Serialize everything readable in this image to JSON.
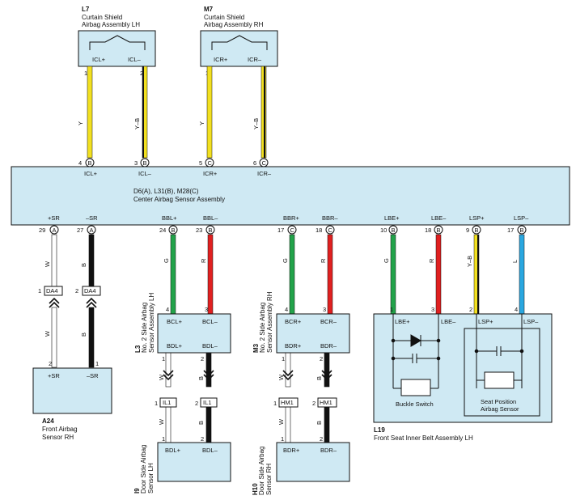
{
  "components": {
    "l7": {
      "code": "L7",
      "name_line1": "Curtain Shield",
      "name_line2": "Airbag Assembly LH",
      "pin1_label": "ICL+",
      "pin2_label": "ICL–",
      "pin1_num": "1",
      "pin2_num": "2"
    },
    "m7": {
      "code": "M7",
      "name_line1": "Curtain Shield",
      "name_line2": "Airbag Assembly RH",
      "pin1_label": "ICR+",
      "pin2_label": "ICR–",
      "pin1_num": "1",
      "pin2_num": "2"
    },
    "center": {
      "code": "D6(A), L31(B), M28(C)",
      "name": "Center Airbag Sensor Assembly",
      "top_pins": [
        {
          "num": "4",
          "conn": "B",
          "label": "ICL+"
        },
        {
          "num": "3",
          "conn": "B",
          "label": "ICL–"
        },
        {
          "num": "5",
          "conn": "C",
          "label": "ICR+"
        },
        {
          "num": "6",
          "conn": "C",
          "label": "ICR–"
        }
      ],
      "bottom_pins": [
        {
          "num": "29",
          "conn": "A",
          "label": "+SR"
        },
        {
          "num": "27",
          "conn": "A",
          "label": "–SR"
        },
        {
          "num": "24",
          "conn": "B",
          "label": "BBL+"
        },
        {
          "num": "23",
          "conn": "B",
          "label": "BBL–"
        },
        {
          "num": "17",
          "conn": "C",
          "label": "BBR+"
        },
        {
          "num": "18",
          "conn": "C",
          "label": "BBR–"
        },
        {
          "num": "10",
          "conn": "B",
          "label": "LBE+"
        },
        {
          "num": "18",
          "conn": "B",
          "label": "LBE–"
        },
        {
          "num": "9",
          "conn": "B",
          "label": "LSP+"
        },
        {
          "num": "17",
          "conn": "B",
          "label": "LSP–"
        }
      ]
    },
    "a24": {
      "code": "A24",
      "name_line1": "Front Airbag",
      "name_line2": "Sensor RH",
      "pin1_label": "+SR",
      "pin2_label": "–SR",
      "pin1_num": "2",
      "pin2_num": "1"
    },
    "l3": {
      "code": "L3",
      "name_line1": "No. 2 Side Airbag",
      "name_line2": "Sensor Assembly LH",
      "top_pins": [
        "BCL+",
        "BCL–"
      ],
      "bottom_pins": [
        "BDL+",
        "BDL–"
      ],
      "top_nums": [
        "4",
        "3"
      ],
      "bottom_nums": [
        "1",
        "2"
      ]
    },
    "m3": {
      "code": "M3",
      "name_line1": "No. 2 Side Airbag",
      "name_line2": "Sensor Assembly RH",
      "top_pins": [
        "BCR+",
        "BCR–"
      ],
      "bottom_pins": [
        "BDR+",
        "BDR–"
      ],
      "top_nums": [
        "4",
        "3"
      ],
      "bottom_nums": [
        "1",
        "2"
      ]
    },
    "i9": {
      "code": "I9",
      "name_line1": "Door Side Airbag",
      "name_line2": "Sensor LH",
      "pin1_label": "BDL+",
      "pin2_label": "BDL–",
      "pin1_num": "1",
      "pin2_num": "2"
    },
    "h10": {
      "code": "H10",
      "name_line1": "Door Side Airbag",
      "name_line2": "Sensor RH",
      "pin1_label": "BDR+",
      "pin2_label": "BDR–",
      "pin1_num": "1",
      "pin2_num": "2"
    },
    "l19": {
      "code": "L19",
      "name": "Front Seat Inner Belt Assembly LH",
      "pins": [
        "LBE+",
        "LBE–",
        "LSP+",
        "LSP–"
      ],
      "pin_nums": [
        "1",
        "3",
        "2",
        "4"
      ],
      "buckle_switch": "Buckle Switch",
      "seat_pos_line1": "Seat Position",
      "seat_pos_line2": "Airbag Sensor"
    }
  },
  "wires": {
    "icl_plus": "Y",
    "icl_minus": "Y–B",
    "icr_plus": "Y",
    "icr_minus": "Y–B",
    "sr_plus": "W",
    "sr_minus": "B",
    "bbl_plus": "G",
    "bbl_minus": "R",
    "bbr_plus": "G",
    "bbr_minus": "R",
    "lbe_plus": "G",
    "lbe_minus": "R",
    "lsp_plus": "Y–B",
    "lsp_minus": "L",
    "bdl_plus": "W",
    "bdl_minus": "B",
    "bdr_plus": "W",
    "bdr_minus": "B",
    "sr_plus_lower": "W",
    "sr_minus_lower": "B"
  },
  "connectors": {
    "da4_left": {
      "pin": "1",
      "label": "DA4"
    },
    "da4_right": {
      "pin": "2",
      "label": "DA4"
    },
    "il1_left": {
      "pin": "1",
      "label": "IL1"
    },
    "il1_right": {
      "pin": "2",
      "label": "IL1"
    },
    "hm1_left": {
      "pin": "1",
      "label": "HM1"
    },
    "hm1_right": {
      "pin": "2",
      "label": "HM1"
    }
  },
  "colors": {
    "box_fill": "#cfe9f3",
    "yellow": "#f2e020",
    "black": "#111111",
    "green": "#22a34a",
    "red": "#e02020",
    "blue": "#2aa7e0",
    "white_wire": "#ffffff"
  }
}
